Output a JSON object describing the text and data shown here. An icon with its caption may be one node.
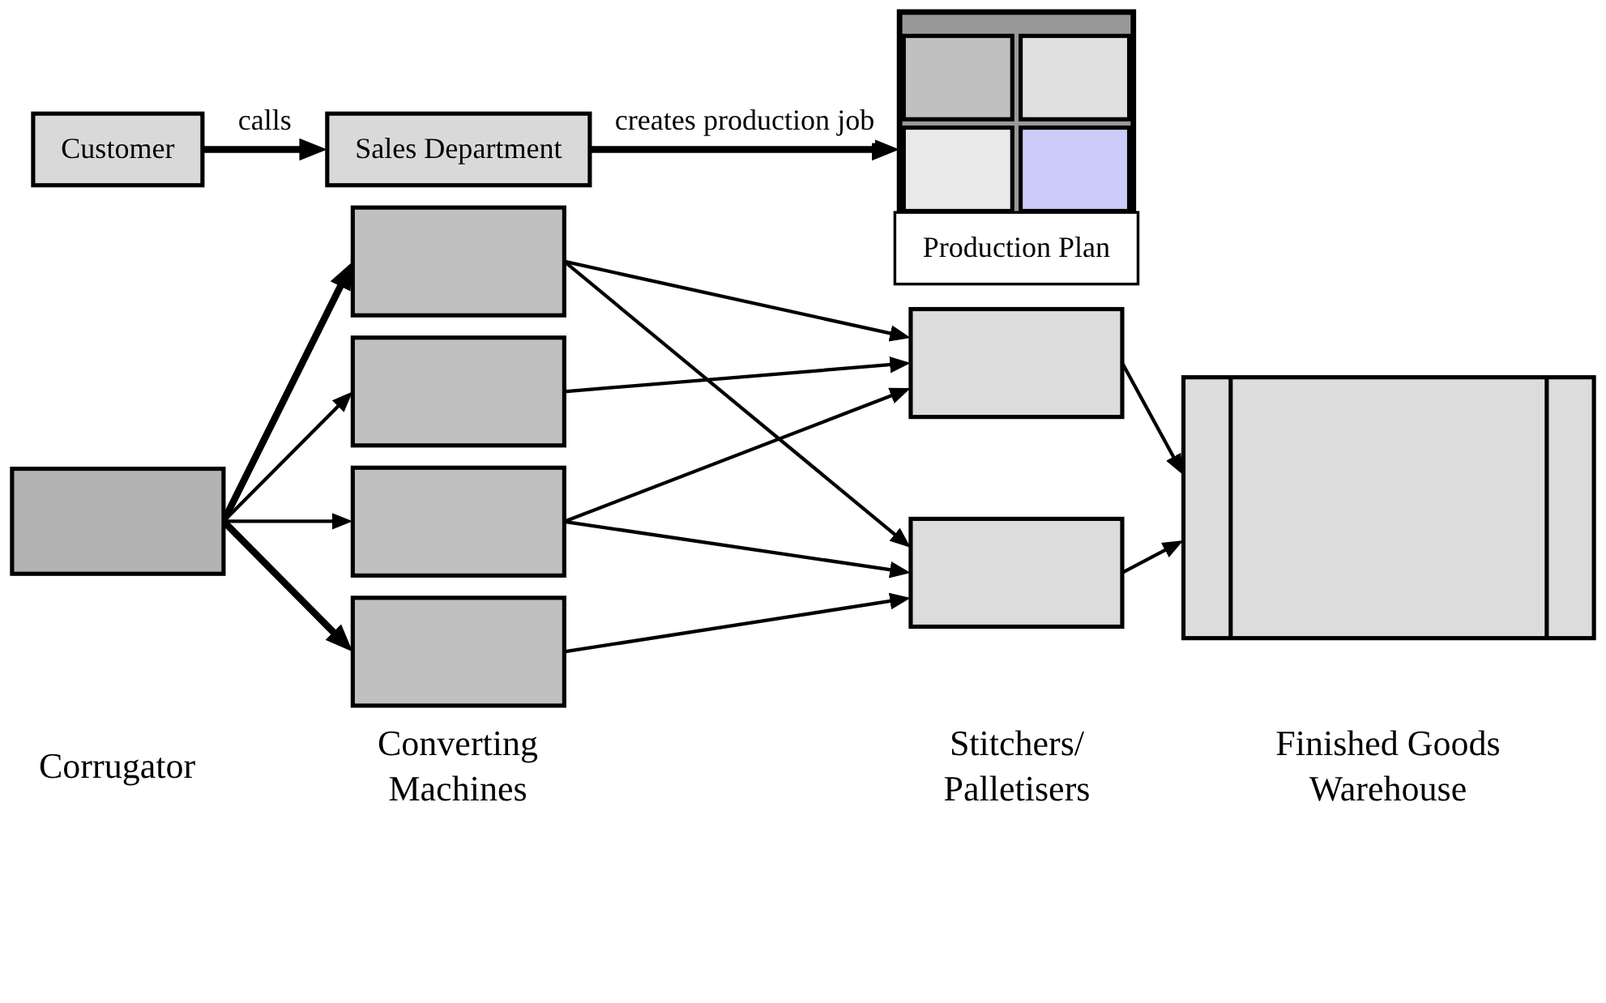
{
  "diagram": {
    "nodes": [
      {
        "text": [
          "Customer"
        ]
      },
      {
        "text": [
          "Sales Department"
        ]
      },
      {
        "text": [],
        "shape": "picture"
      },
      {
        "text": [
          "Production Plan"
        ]
      },
      {
        "text": [],
        "shape": "box"
      },
      {
        "text": [],
        "shape": "box"
      },
      {
        "text": [],
        "shape": "box"
      },
      {
        "text": [],
        "shape": "box"
      },
      {
        "text": [],
        "shape": "box"
      },
      {
        "text": [],
        "shape": "box"
      },
      {
        "text": [],
        "shape": "box"
      },
      {
        "text": [],
        "shape": "box"
      }
    ],
    "edges": [
      {
        "from": 0,
        "to": 1,
        "arrow": "to",
        "label": "calls",
        "style": "thick"
      },
      {
        "from": 1,
        "to": 2,
        "arrow": "to",
        "label": "creates production job",
        "style": "thick"
      },
      {
        "from": 4,
        "to": 5,
        "arrow": "to",
        "style": "thick"
      },
      {
        "from": 4,
        "to": 6,
        "arrow": "to"
      },
      {
        "from": 4,
        "to": 7,
        "arrow": "to"
      },
      {
        "from": 4,
        "to": 8,
        "arrow": "to",
        "style": "thick"
      },
      {
        "from": 5,
        "to": 9,
        "arrow": "to"
      },
      {
        "from": 5,
        "to": 10,
        "arrow": "to"
      },
      {
        "from": 6,
        "to": 9,
        "arrow": "to"
      },
      {
        "from": 7,
        "to": 9,
        "arrow": "to"
      },
      {
        "from": 7,
        "to": 10,
        "arrow": "to"
      },
      {
        "from": 8,
        "to": 10,
        "arrow": "to"
      },
      {
        "from": 9,
        "to": 11,
        "arrow": "to"
      },
      {
        "from": 10,
        "to": 11,
        "arrow": "to"
      }
    ],
    "labels": [
      "Corrugator",
      "Converting Machines",
      "Stitchers/ Palletisers",
      "Finished Goods Warehouse"
    ]
  }
}
